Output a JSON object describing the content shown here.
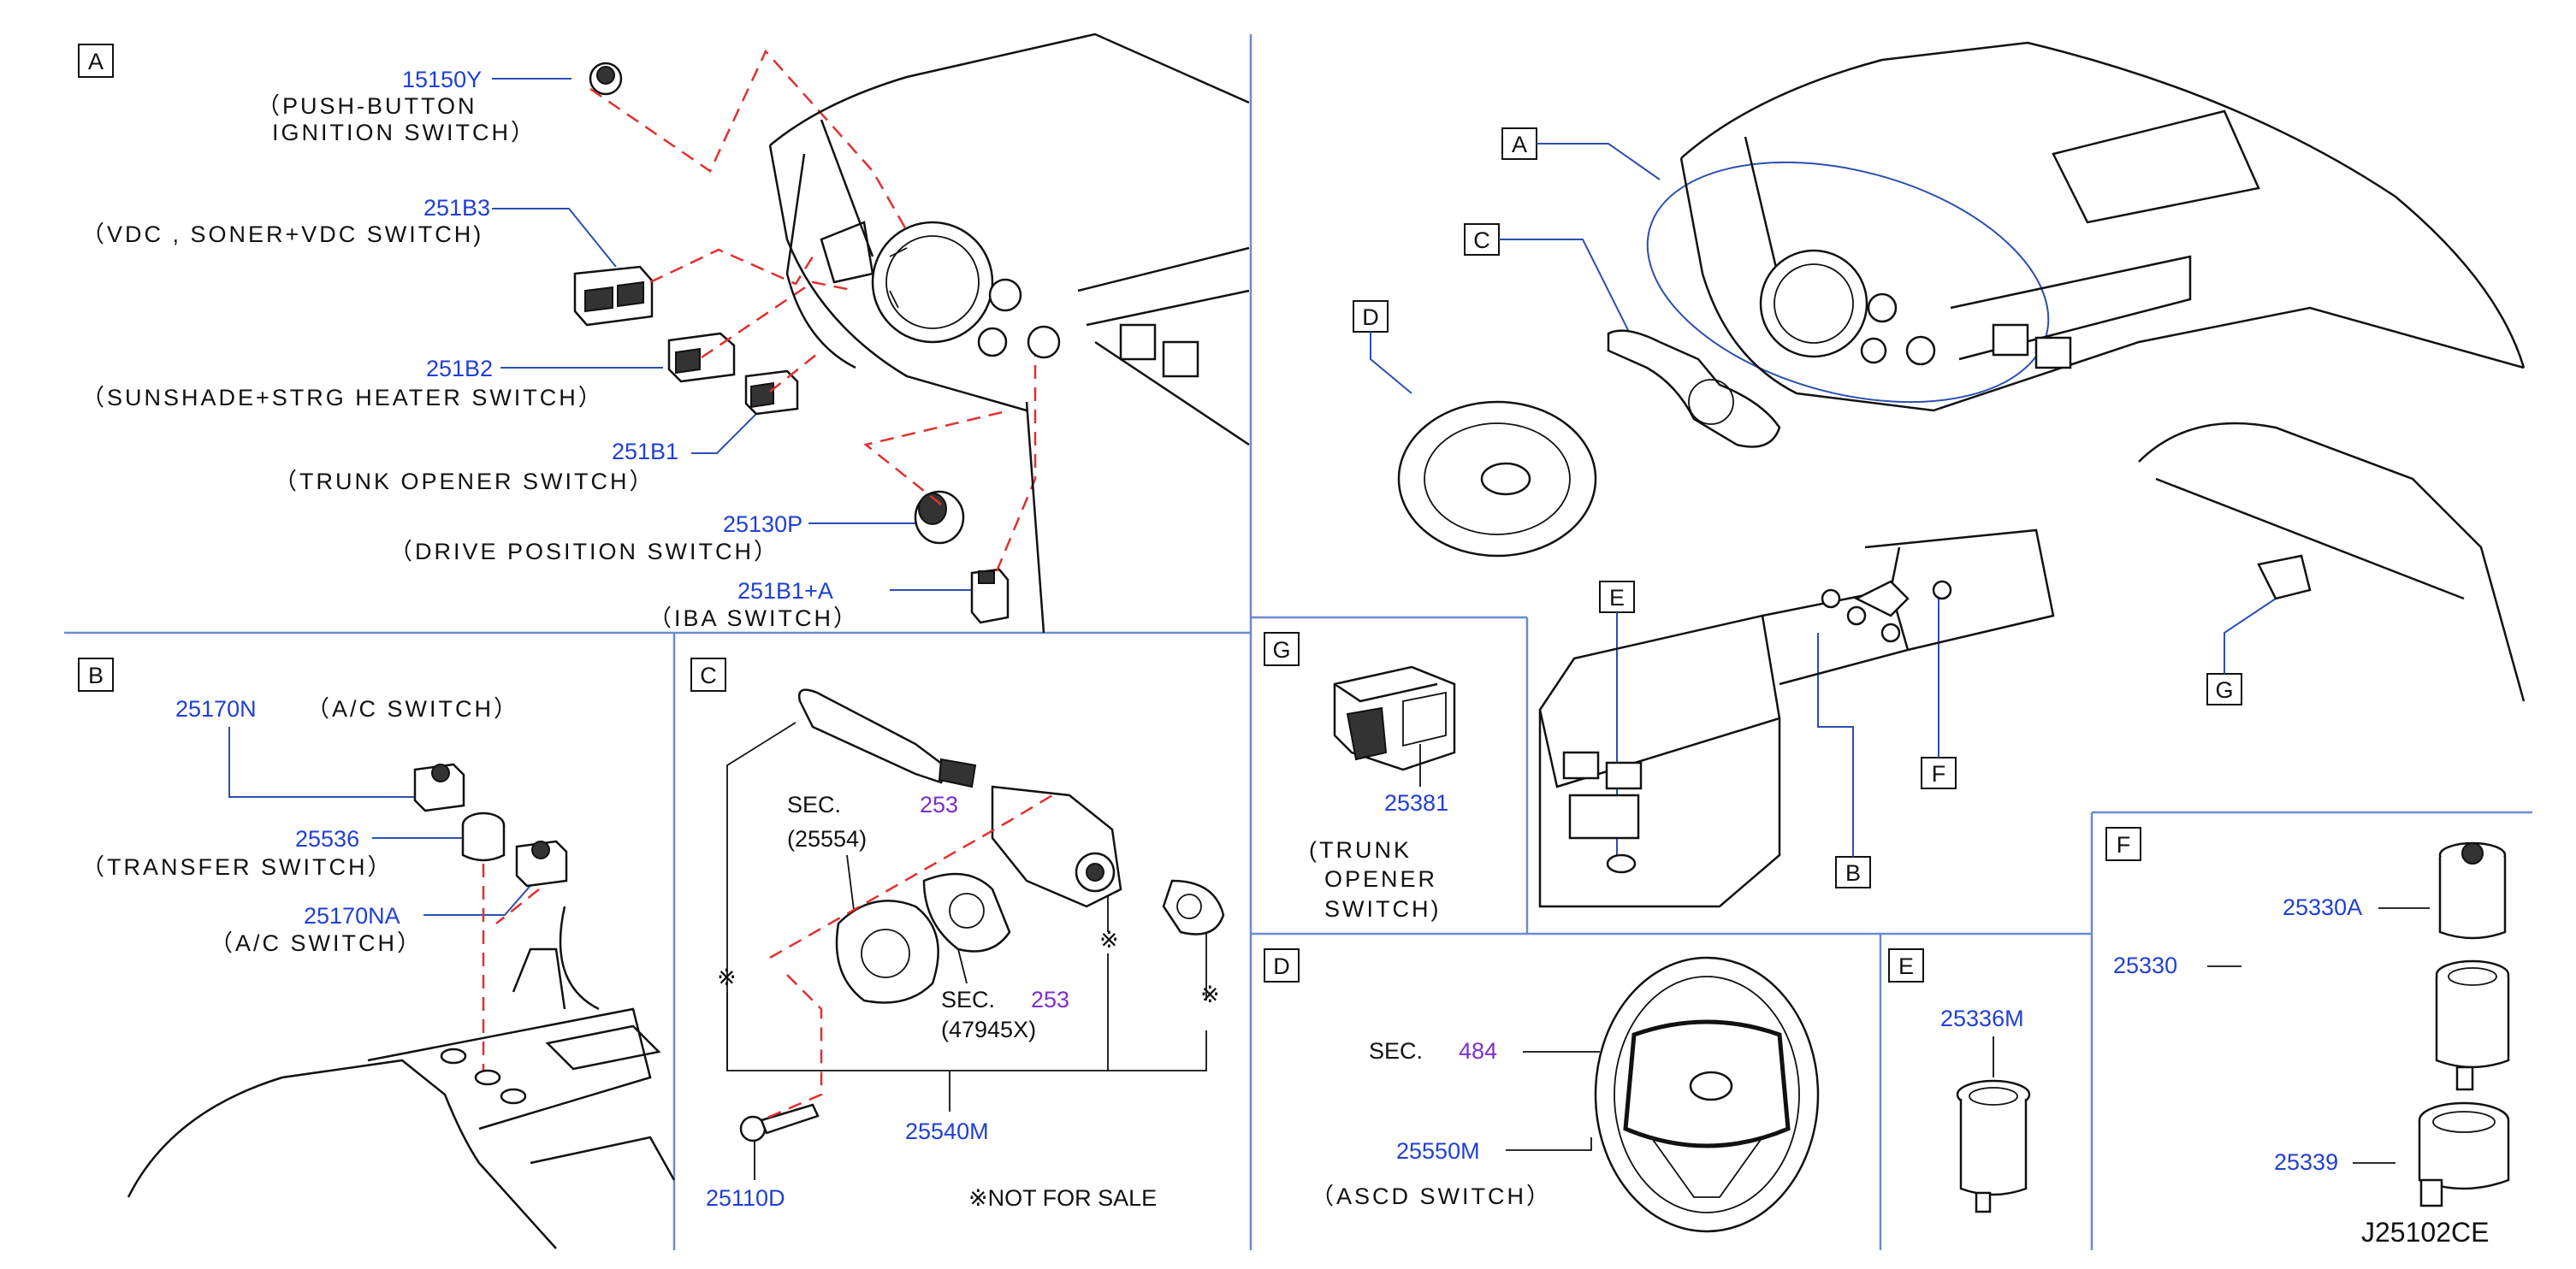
{
  "sections": {
    "A": {
      "box": "A",
      "parts": [
        {
          "no": "15150Y",
          "name": "（PUSH-BUTTON",
          "name2": "IGNITION SWITCH）"
        },
        {
          "no": "251B3",
          "name": "（VDC , SONER+VDC SWITCH)"
        },
        {
          "no": "251B2",
          "name": "（SUNSHADE+STRG HEATER SWITCH）"
        },
        {
          "no": "251B1",
          "name": "（TRUNK OPENER SWITCH）"
        },
        {
          "no": "25130P",
          "name": "（DRIVE POSITION SWITCH）"
        },
        {
          "no": "251B1+A",
          "name": "（IBA SWITCH）"
        }
      ]
    },
    "B": {
      "box": "B",
      "parts": [
        {
          "no": "25170N",
          "name": "（A/C SWITCH）"
        },
        {
          "no": "25536",
          "name": "（TRANSFER SWITCH）"
        },
        {
          "no": "25170NA",
          "name": "（A/C SWITCH）"
        }
      ]
    },
    "C": {
      "box": "C",
      "sec1": {
        "prefix": "SEC.",
        "num": "253",
        "sub": "(25554)"
      },
      "sec2": {
        "prefix": "SEC.",
        "num": "253",
        "sub": "(47945X)"
      },
      "mark": "※",
      "assembly": "25540M",
      "screw": "25110D",
      "note": "※NOT FOR SALE"
    },
    "G": {
      "box": "G",
      "no": "25381",
      "name1": "(TRUNK",
      "name2": "OPENER",
      "name3": "SWITCH)"
    },
    "D": {
      "box": "D",
      "sec": {
        "prefix": "SEC.",
        "num": "484"
      },
      "no": "25550M",
      "name": "（ASCD SWITCH）"
    },
    "E": {
      "box": "E",
      "no": "25336M"
    },
    "F": {
      "box": "F",
      "group": "25330",
      "parts": [
        "25330A",
        "25339"
      ]
    },
    "overview": {
      "labels": [
        "A",
        "C",
        "D",
        "E",
        "B",
        "F",
        "G"
      ]
    }
  },
  "diagram_code": "J25102CE",
  "colors": {
    "part_number": "#1f3fd6",
    "section_ref": "#7a2fcf",
    "leader": "#2a4fb0",
    "dashed": "#e03030",
    "divider": "#6a8ccf"
  }
}
